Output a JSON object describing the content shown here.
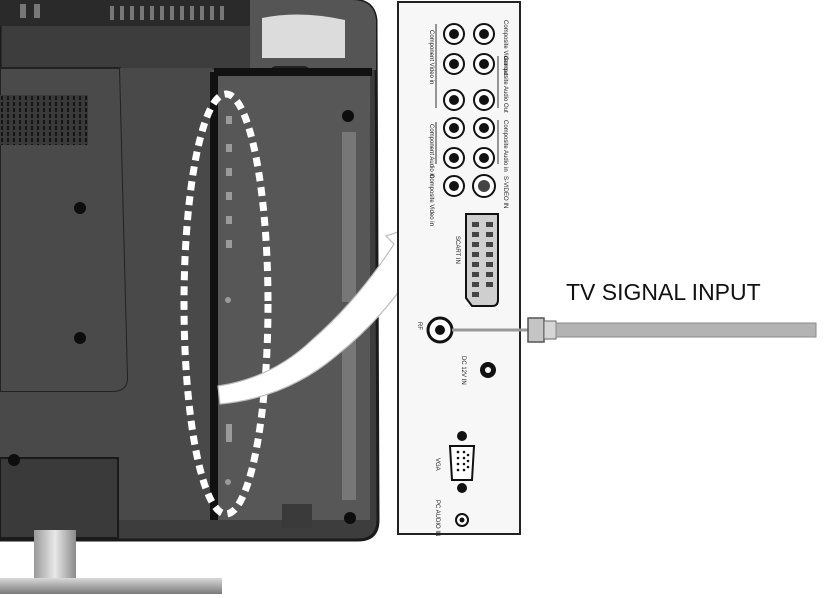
{
  "headline": "TV SIGNAL INPUT",
  "panel": {
    "labels": {
      "composite_video_out": "Composite Video out",
      "composite_audio_out": "Composite Audio Out",
      "component_video_in": "Component Video in",
      "composite_audio_in": "Composite Audio in",
      "component_audio_in": "Component Audio in",
      "composite_video_in": "Composite Video in",
      "svideo_in": "S-VIDEO IN",
      "scart_in": "SCART IN",
      "rf_symbol": "RF",
      "dc_in": "DC 12V IN",
      "vga": "VGA",
      "pc_audio_in": "PC AUDIO IN"
    }
  },
  "colors": {
    "tv_body": "#4a4a4a",
    "tv_frame": "#2f2f2f",
    "cable": "#b3b3b3",
    "panel_bg": "#f7f7f7"
  }
}
